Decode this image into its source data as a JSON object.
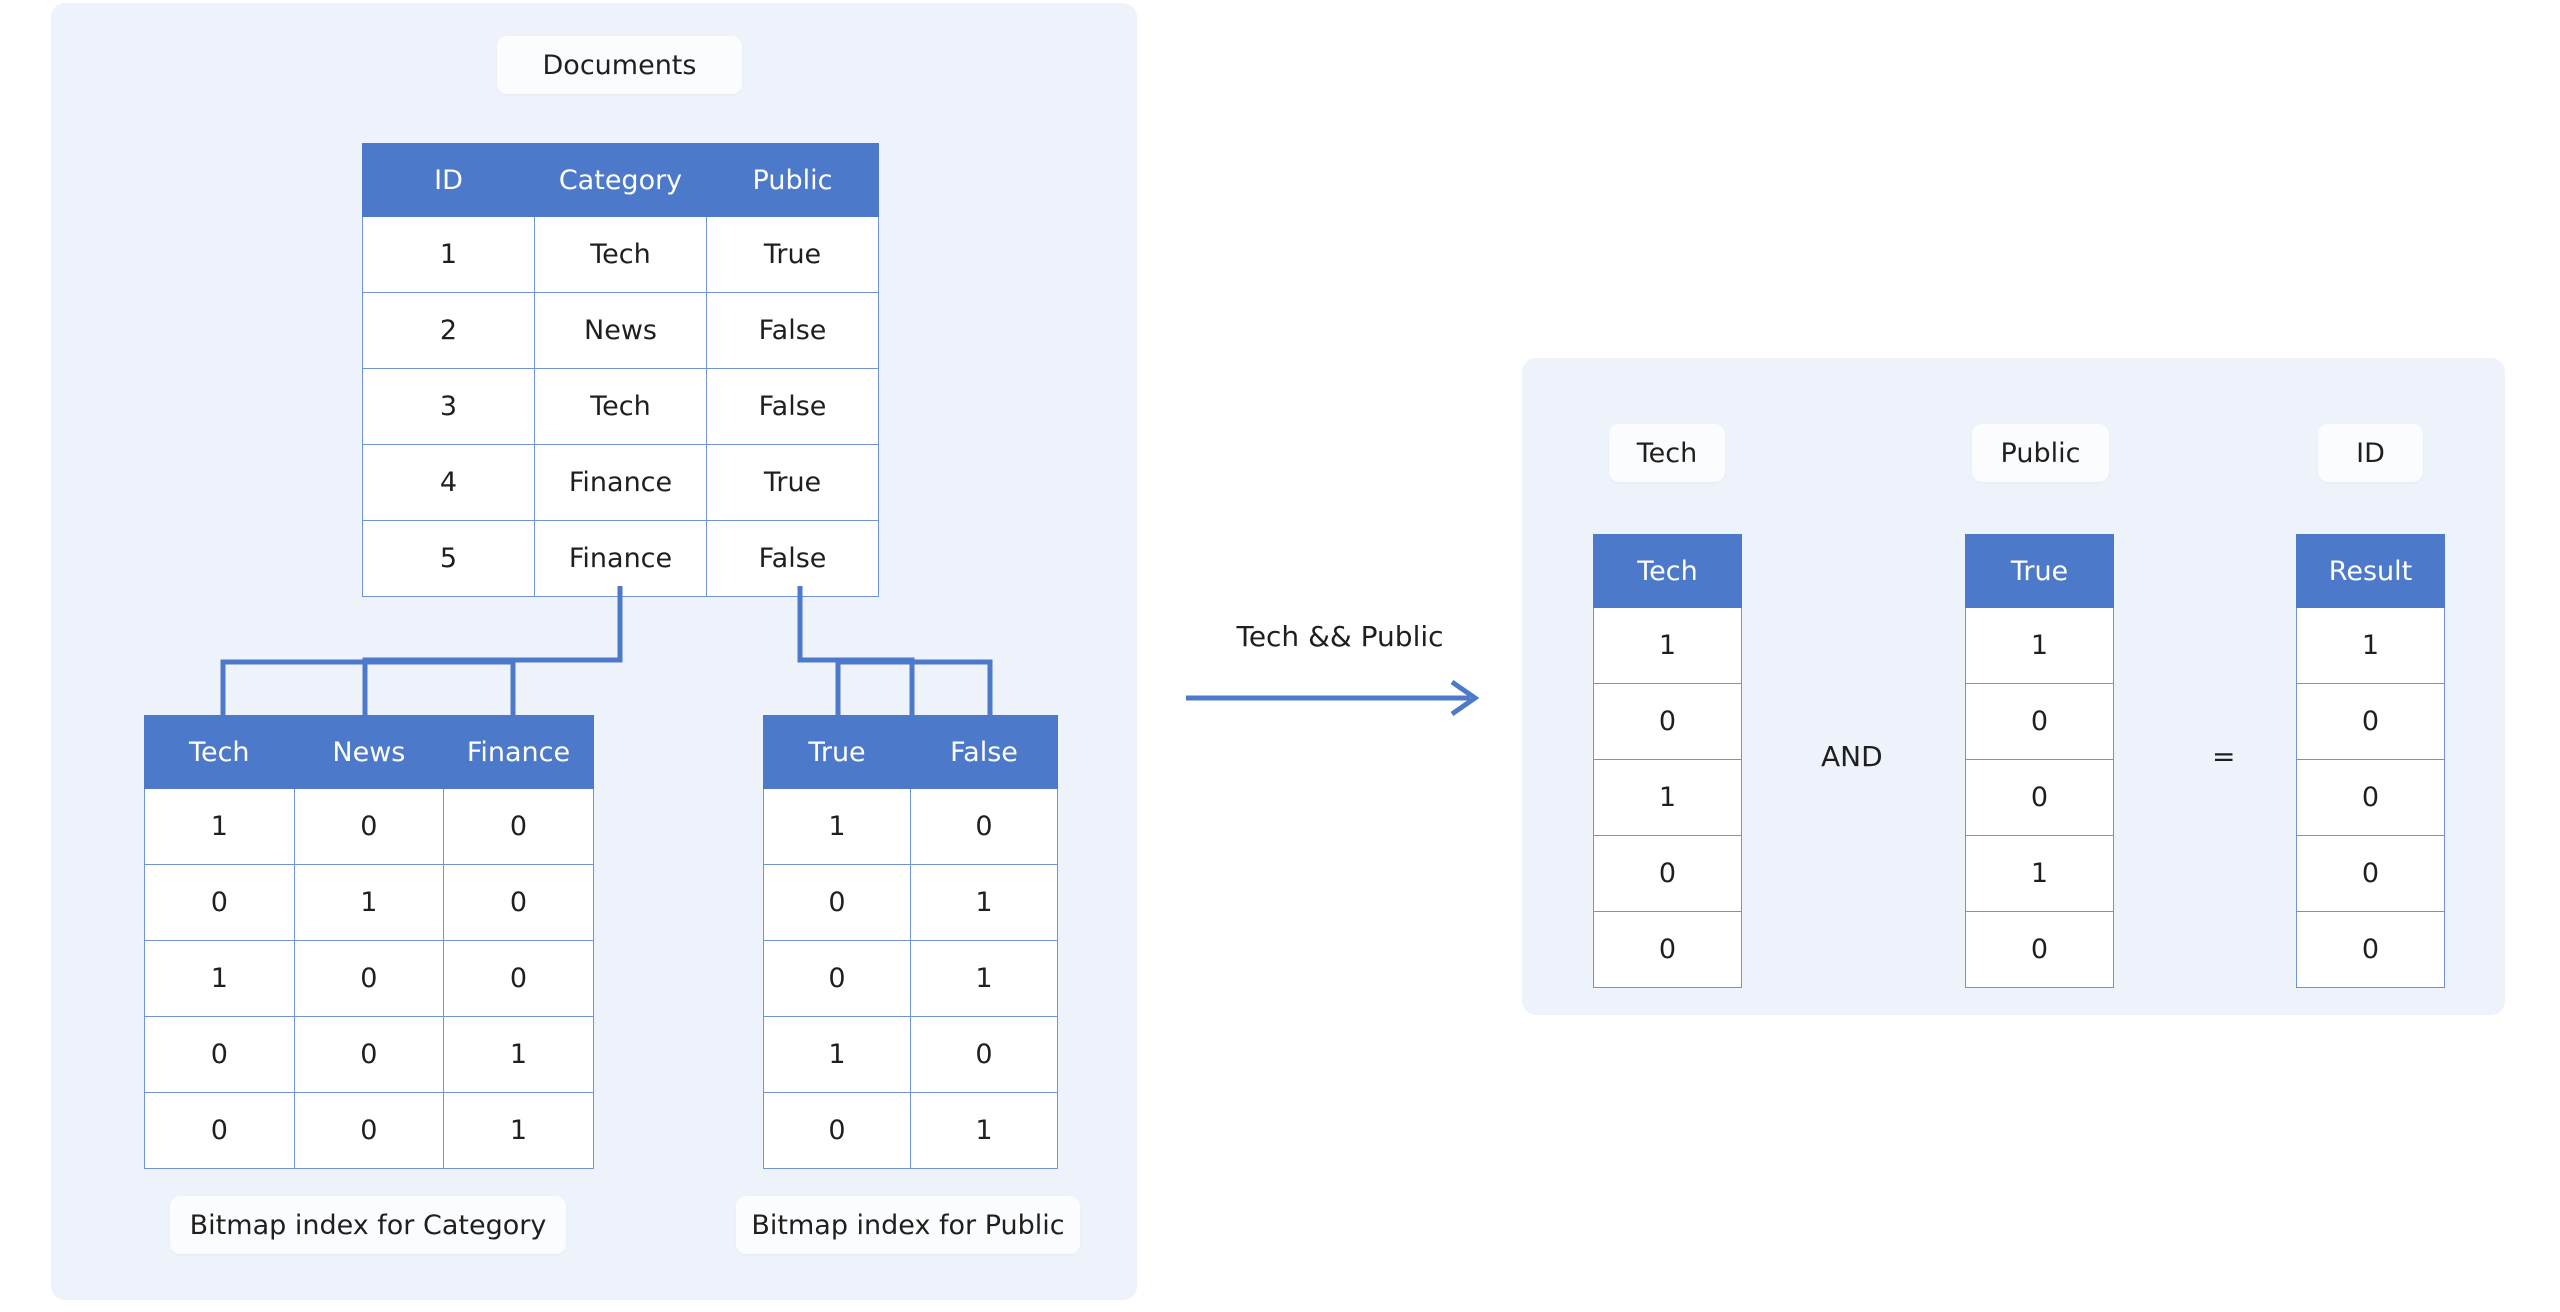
{
  "left_panel": {
    "source_label": "Documents",
    "documents_table": {
      "headers": [
        "ID",
        "Category",
        "Public"
      ],
      "rows": [
        [
          "1",
          "Tech",
          "True"
        ],
        [
          "2",
          "News",
          "False"
        ],
        [
          "3",
          "Tech",
          "False"
        ],
        [
          "4",
          "Finance",
          "True"
        ],
        [
          "5",
          "Finance",
          "False"
        ]
      ]
    },
    "category_bitmap": {
      "caption": "Bitmap index for Category",
      "headers": [
        "Tech",
        "News",
        "Finance"
      ],
      "rows": [
        [
          "1",
          "0",
          "0"
        ],
        [
          "0",
          "1",
          "0"
        ],
        [
          "1",
          "0",
          "0"
        ],
        [
          "0",
          "0",
          "1"
        ],
        [
          "0",
          "0",
          "1"
        ]
      ]
    },
    "public_bitmap": {
      "caption": "Bitmap index for Public",
      "headers": [
        "True",
        "False"
      ],
      "rows": [
        [
          "1",
          "0"
        ],
        [
          "0",
          "1"
        ],
        [
          "0",
          "1"
        ],
        [
          "1",
          "0"
        ],
        [
          "0",
          "1"
        ]
      ]
    }
  },
  "flow": {
    "arrow_label": "Tech && Public"
  },
  "right_panel": {
    "operand_a": {
      "pill": "Tech",
      "header": "Tech",
      "values": [
        "1",
        "0",
        "1",
        "0",
        "0"
      ]
    },
    "operator_and": "AND",
    "operand_b": {
      "pill": "Public",
      "header": "True",
      "values": [
        "1",
        "0",
        "0",
        "1",
        "0"
      ]
    },
    "operator_equals": "=",
    "result": {
      "pill": "ID",
      "header": "Result",
      "values": [
        "1",
        "0",
        "0",
        "0",
        "0"
      ]
    }
  },
  "colors": {
    "panel_background": "#edf2fb",
    "header_blue": "#4d79ca",
    "cell_border": "#6f93d6",
    "connector": "#4d79ca",
    "page_background": "#ffffff"
  }
}
